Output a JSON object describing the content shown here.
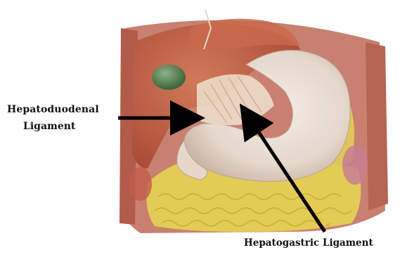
{
  "labels": {
    "hepatoduodenal_line1": "Hepatoduodenal",
    "hepatoduodenal_line2": "Ligament",
    "hepatogastric": "Hepatogastric Ligament"
  },
  "colors": {
    "background": "#ffffff",
    "liver": "#b8553e",
    "liver_highlight": "#d98363",
    "stomach": "#e9ded3",
    "omentum_fat": "#e4cf5a",
    "gallbladder": "#4f7a4c",
    "body_wall": "#c97a6b",
    "arrow": "#000000"
  }
}
